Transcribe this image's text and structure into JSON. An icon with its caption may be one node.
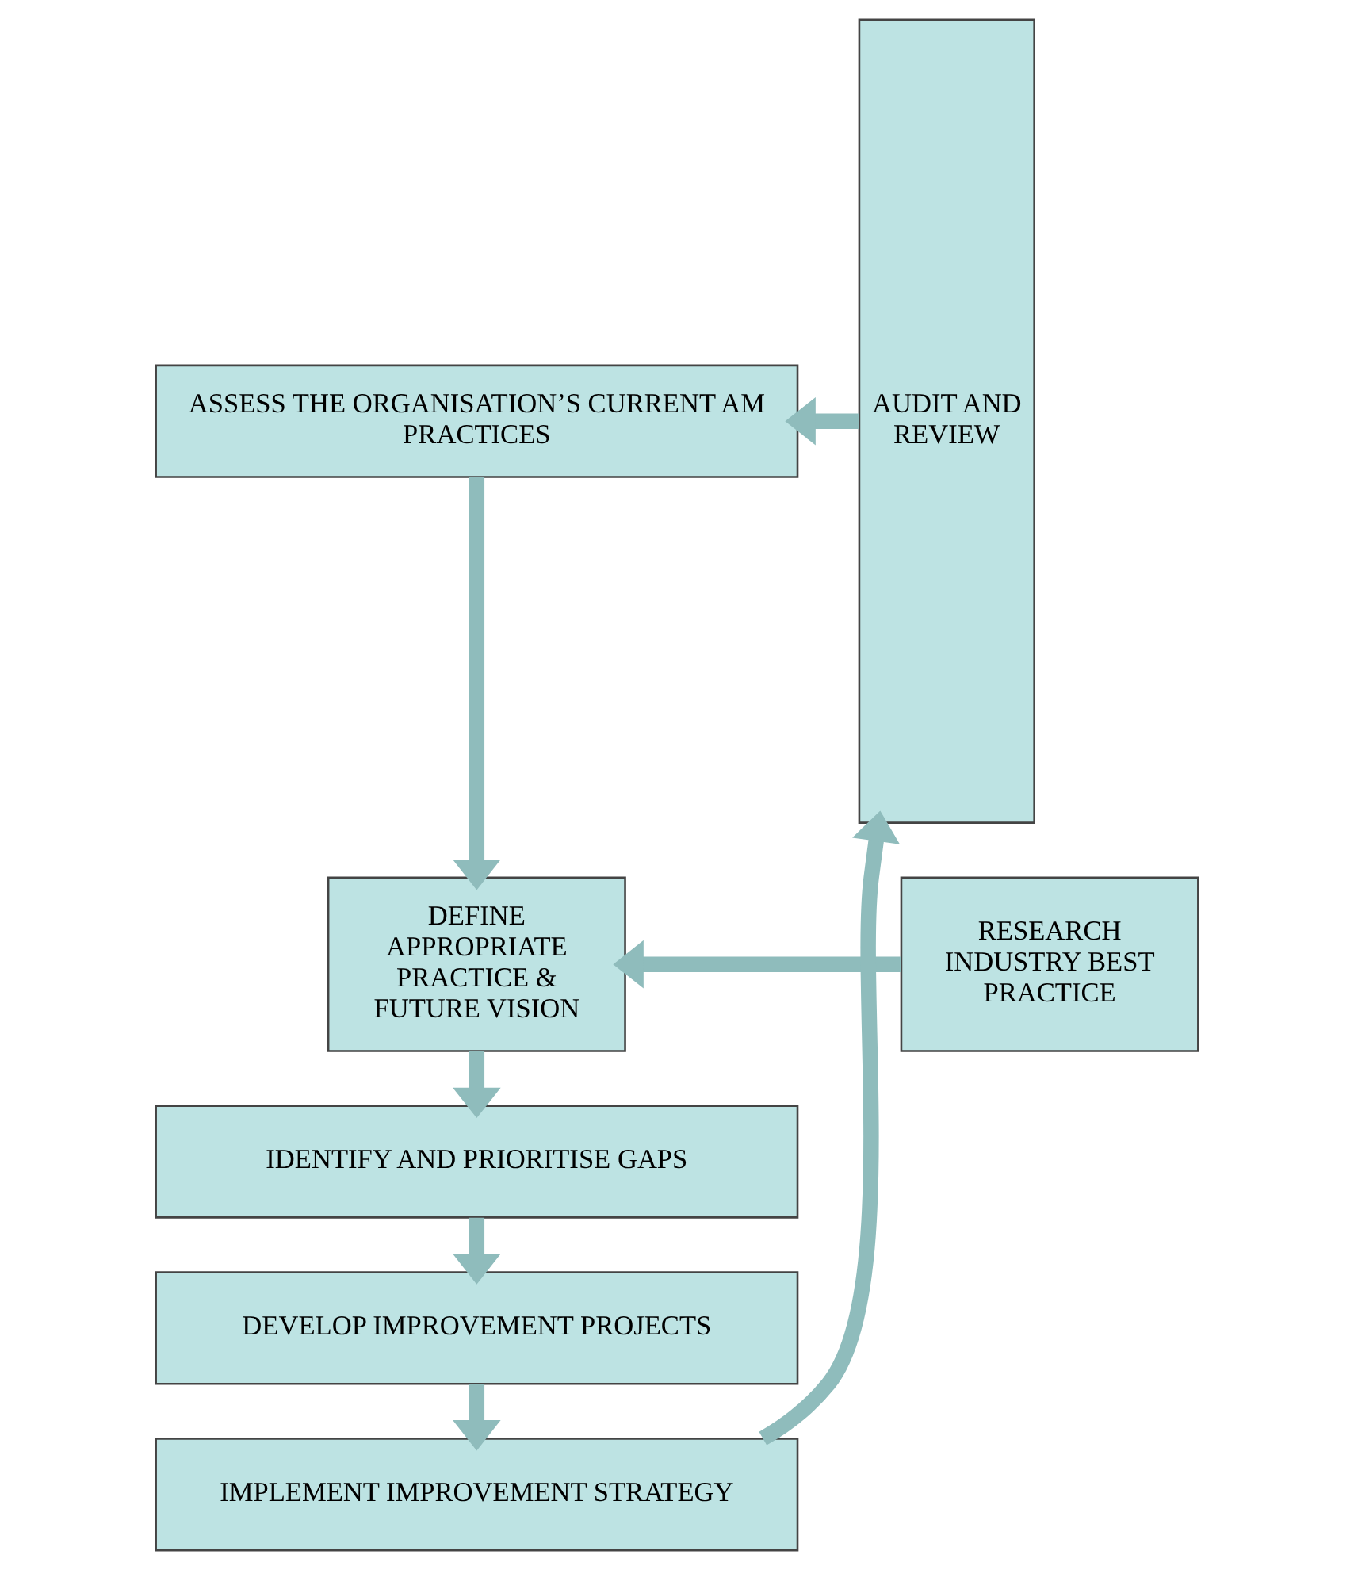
{
  "diagram": {
    "nodes": [
      {
        "text": [
          "ASSESS THE ORGANISATION’S CURRENT AM PRACTICES"
        ]
      },
      {
        "text": [
          "DEFINE APPROPRIATE PRACTICE & FUTURE VISION"
        ]
      },
      {
        "text": [
          "RESEARCH INDUSTRY BEST PRACTICE"
        ]
      },
      {
        "text": [
          "IDENTIFY AND PRIORITISE GAPS"
        ]
      },
      {
        "text": [
          "DEVELOP IMPROVEMENT PROJECTS"
        ]
      },
      {
        "text": [
          "IMPLEMENT IMPROVEMENT STRATEGY"
        ]
      },
      {
        "text": [
          "AUDIT AND REVIEW"
        ]
      }
    ],
    "edges": [
      {
        "from": 0,
        "to": 1,
        "arrow": "to"
      },
      {
        "from": 2,
        "to": 1,
        "arrow": "to"
      },
      {
        "from": 1,
        "to": 3,
        "arrow": "to"
      },
      {
        "from": 3,
        "to": 4,
        "arrow": "to"
      },
      {
        "from": 4,
        "to": 5,
        "arrow": "to"
      },
      {
        "from": 5,
        "to": 6,
        "arrow": "to"
      },
      {
        "from": 6,
        "to": 0,
        "arrow": "to"
      }
    ]
  }
}
